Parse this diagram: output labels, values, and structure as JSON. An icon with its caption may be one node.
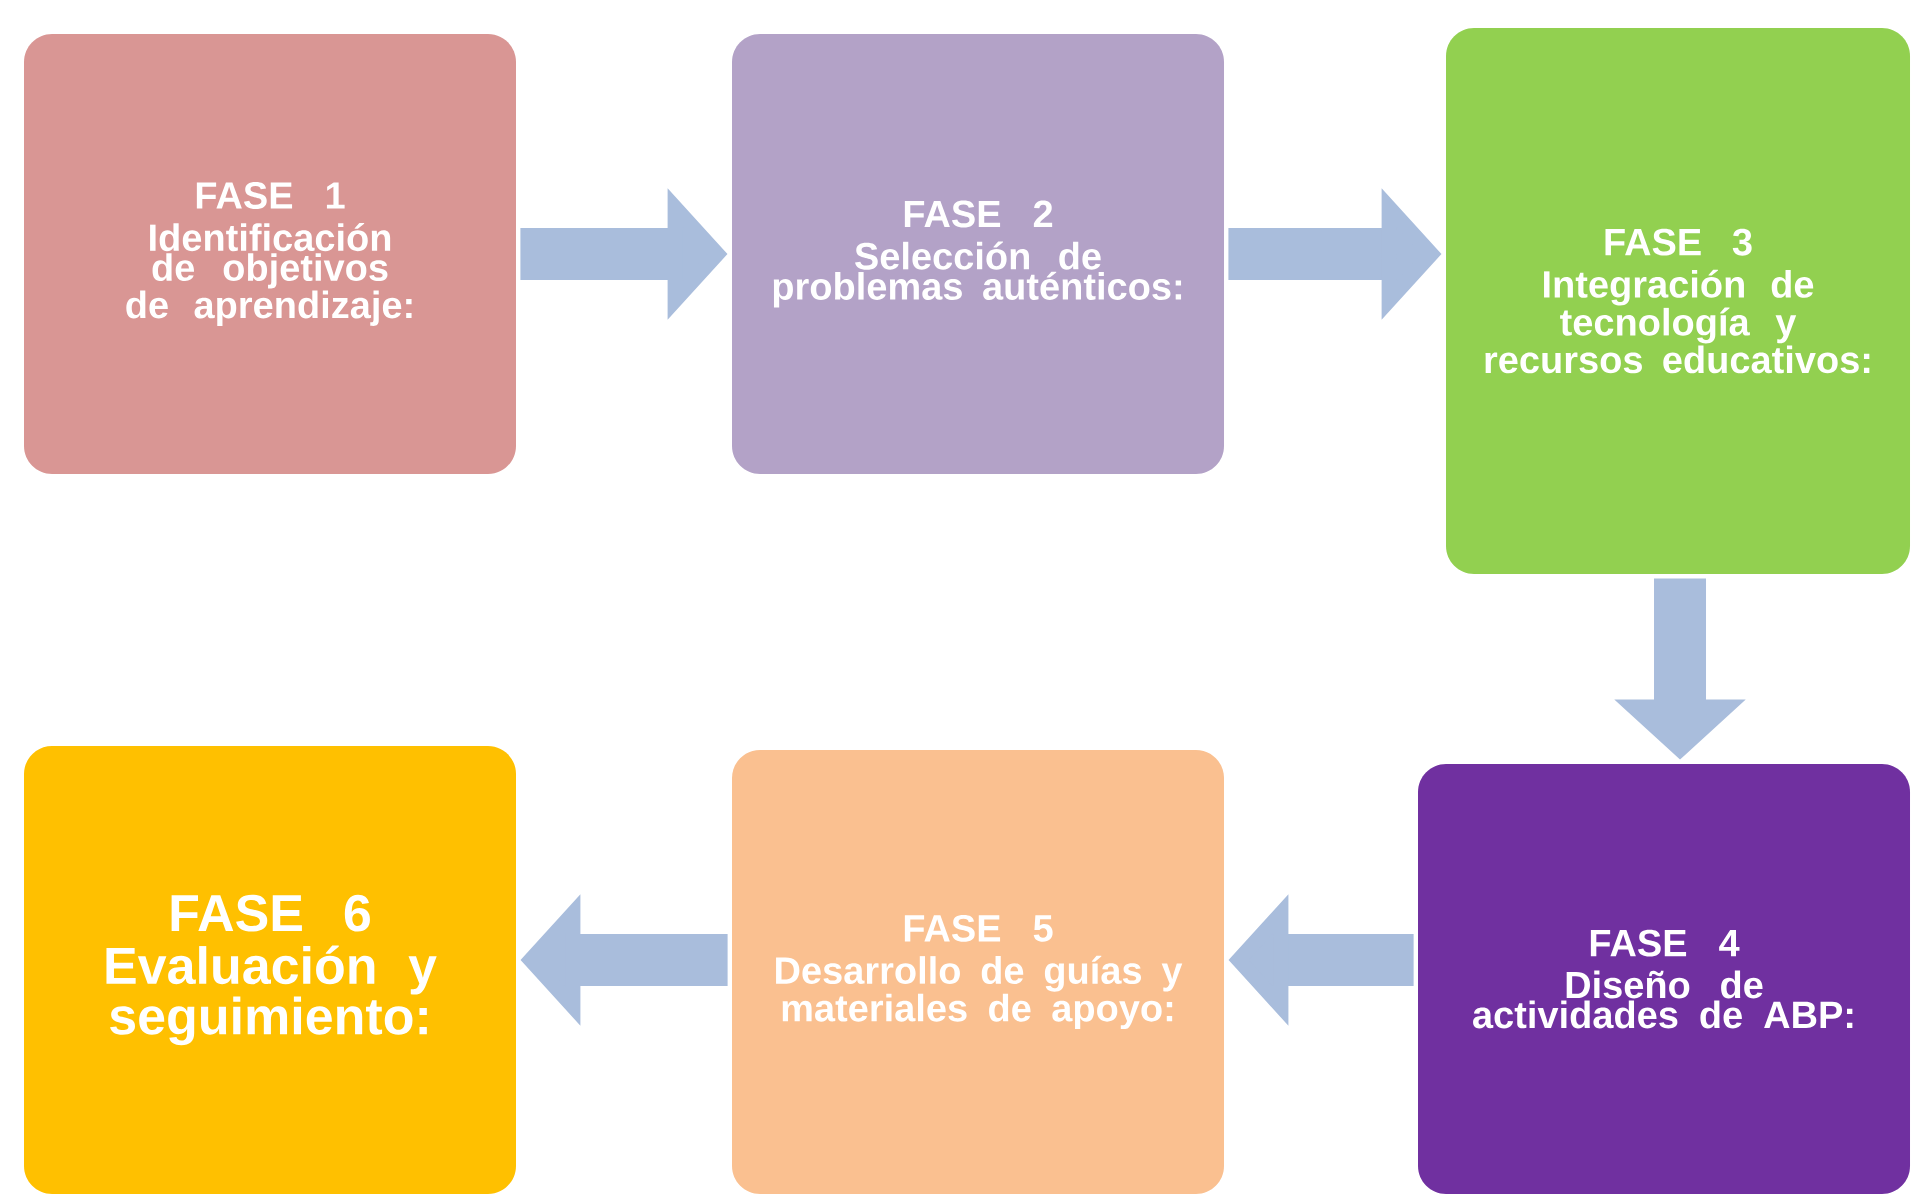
{
  "diagram": {
    "nodes": [
      {
        "text": [
          "FASE 1",
          "Identificación de objetivos de aprendizaje:"
        ]
      },
      {
        "text": [
          "FASE 2",
          "Selección de problemas auténticos:"
        ]
      },
      {
        "text": [
          "FASE 3",
          "Integración de tecnología y recursos educativos:"
        ]
      },
      {
        "text": [
          "FASE 4",
          "Diseño de actividades de ABP:"
        ]
      },
      {
        "text": [
          "FASE 5",
          "Desarrollo de guías y materiales de apoyo:"
        ]
      },
      {
        "text": [
          "FASE 6",
          "Evaluación y seguimiento:"
        ]
      }
    ],
    "edges": [
      {
        "from": 0,
        "to": 1,
        "arrow": "to"
      },
      {
        "from": 1,
        "to": 2,
        "arrow": "to"
      },
      {
        "from": 2,
        "to": 3,
        "arrow": "to"
      },
      {
        "from": 3,
        "to": 4,
        "arrow": "to"
      },
      {
        "from": 4,
        "to": 5,
        "arrow": "to"
      }
    ]
  }
}
